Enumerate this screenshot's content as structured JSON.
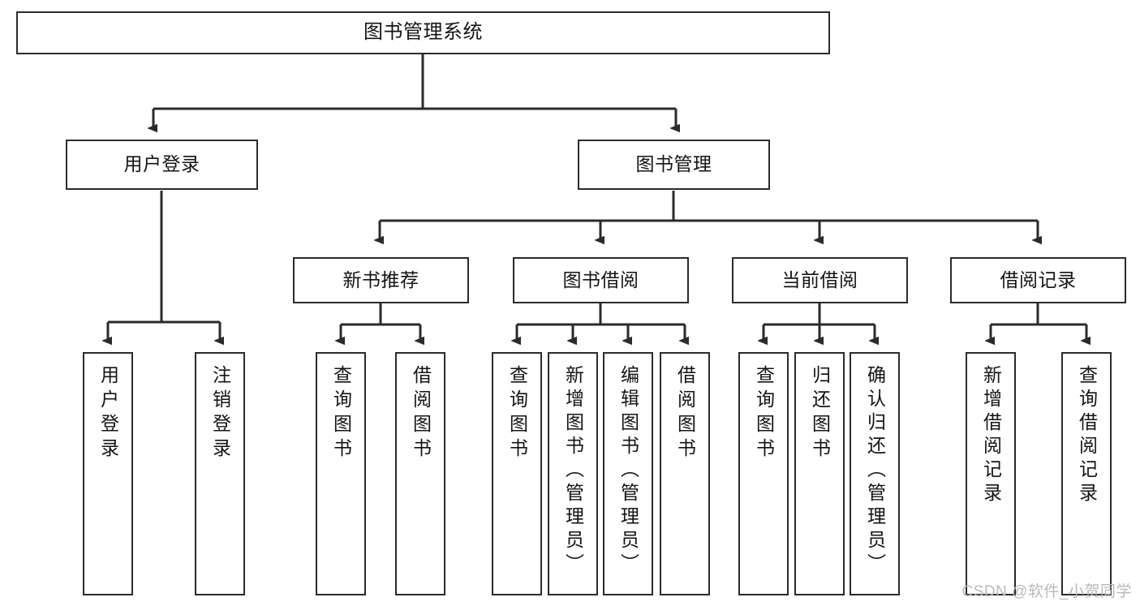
{
  "diagram": {
    "title": "图书管理系统",
    "watermark": "CSDN @软件_小贺同学",
    "line_color": "#2b2b2b",
    "box_fill": "#ffffff",
    "text_color": "#141414",
    "nodes": {
      "root": "图书管理系统",
      "level2": {
        "user_login": "用户登录",
        "book_manage": "图书管理"
      },
      "level3": {
        "new_book_recommend": "新书推荐",
        "book_borrow": "图书借阅",
        "current_borrow": "当前借阅",
        "borrow_record": "借阅记录"
      },
      "leaves": {
        "user_login_leaf": "用户登录",
        "logout_leaf": "注销登录",
        "query_book_1": "查询图书",
        "borrow_book_1": "借阅图书",
        "query_book_2": "查询图书",
        "add_book_admin": "新增图书（管理员）",
        "edit_book_admin": "编辑图书（管理员）",
        "borrow_book_2": "借阅图书",
        "query_book_3": "查询图书",
        "return_book": "归还图书",
        "confirm_return_admin": "确认归还（管理员）",
        "add_borrow_record": "新增借阅记录",
        "query_borrow_record": "查询借阅记录"
      }
    }
  }
}
